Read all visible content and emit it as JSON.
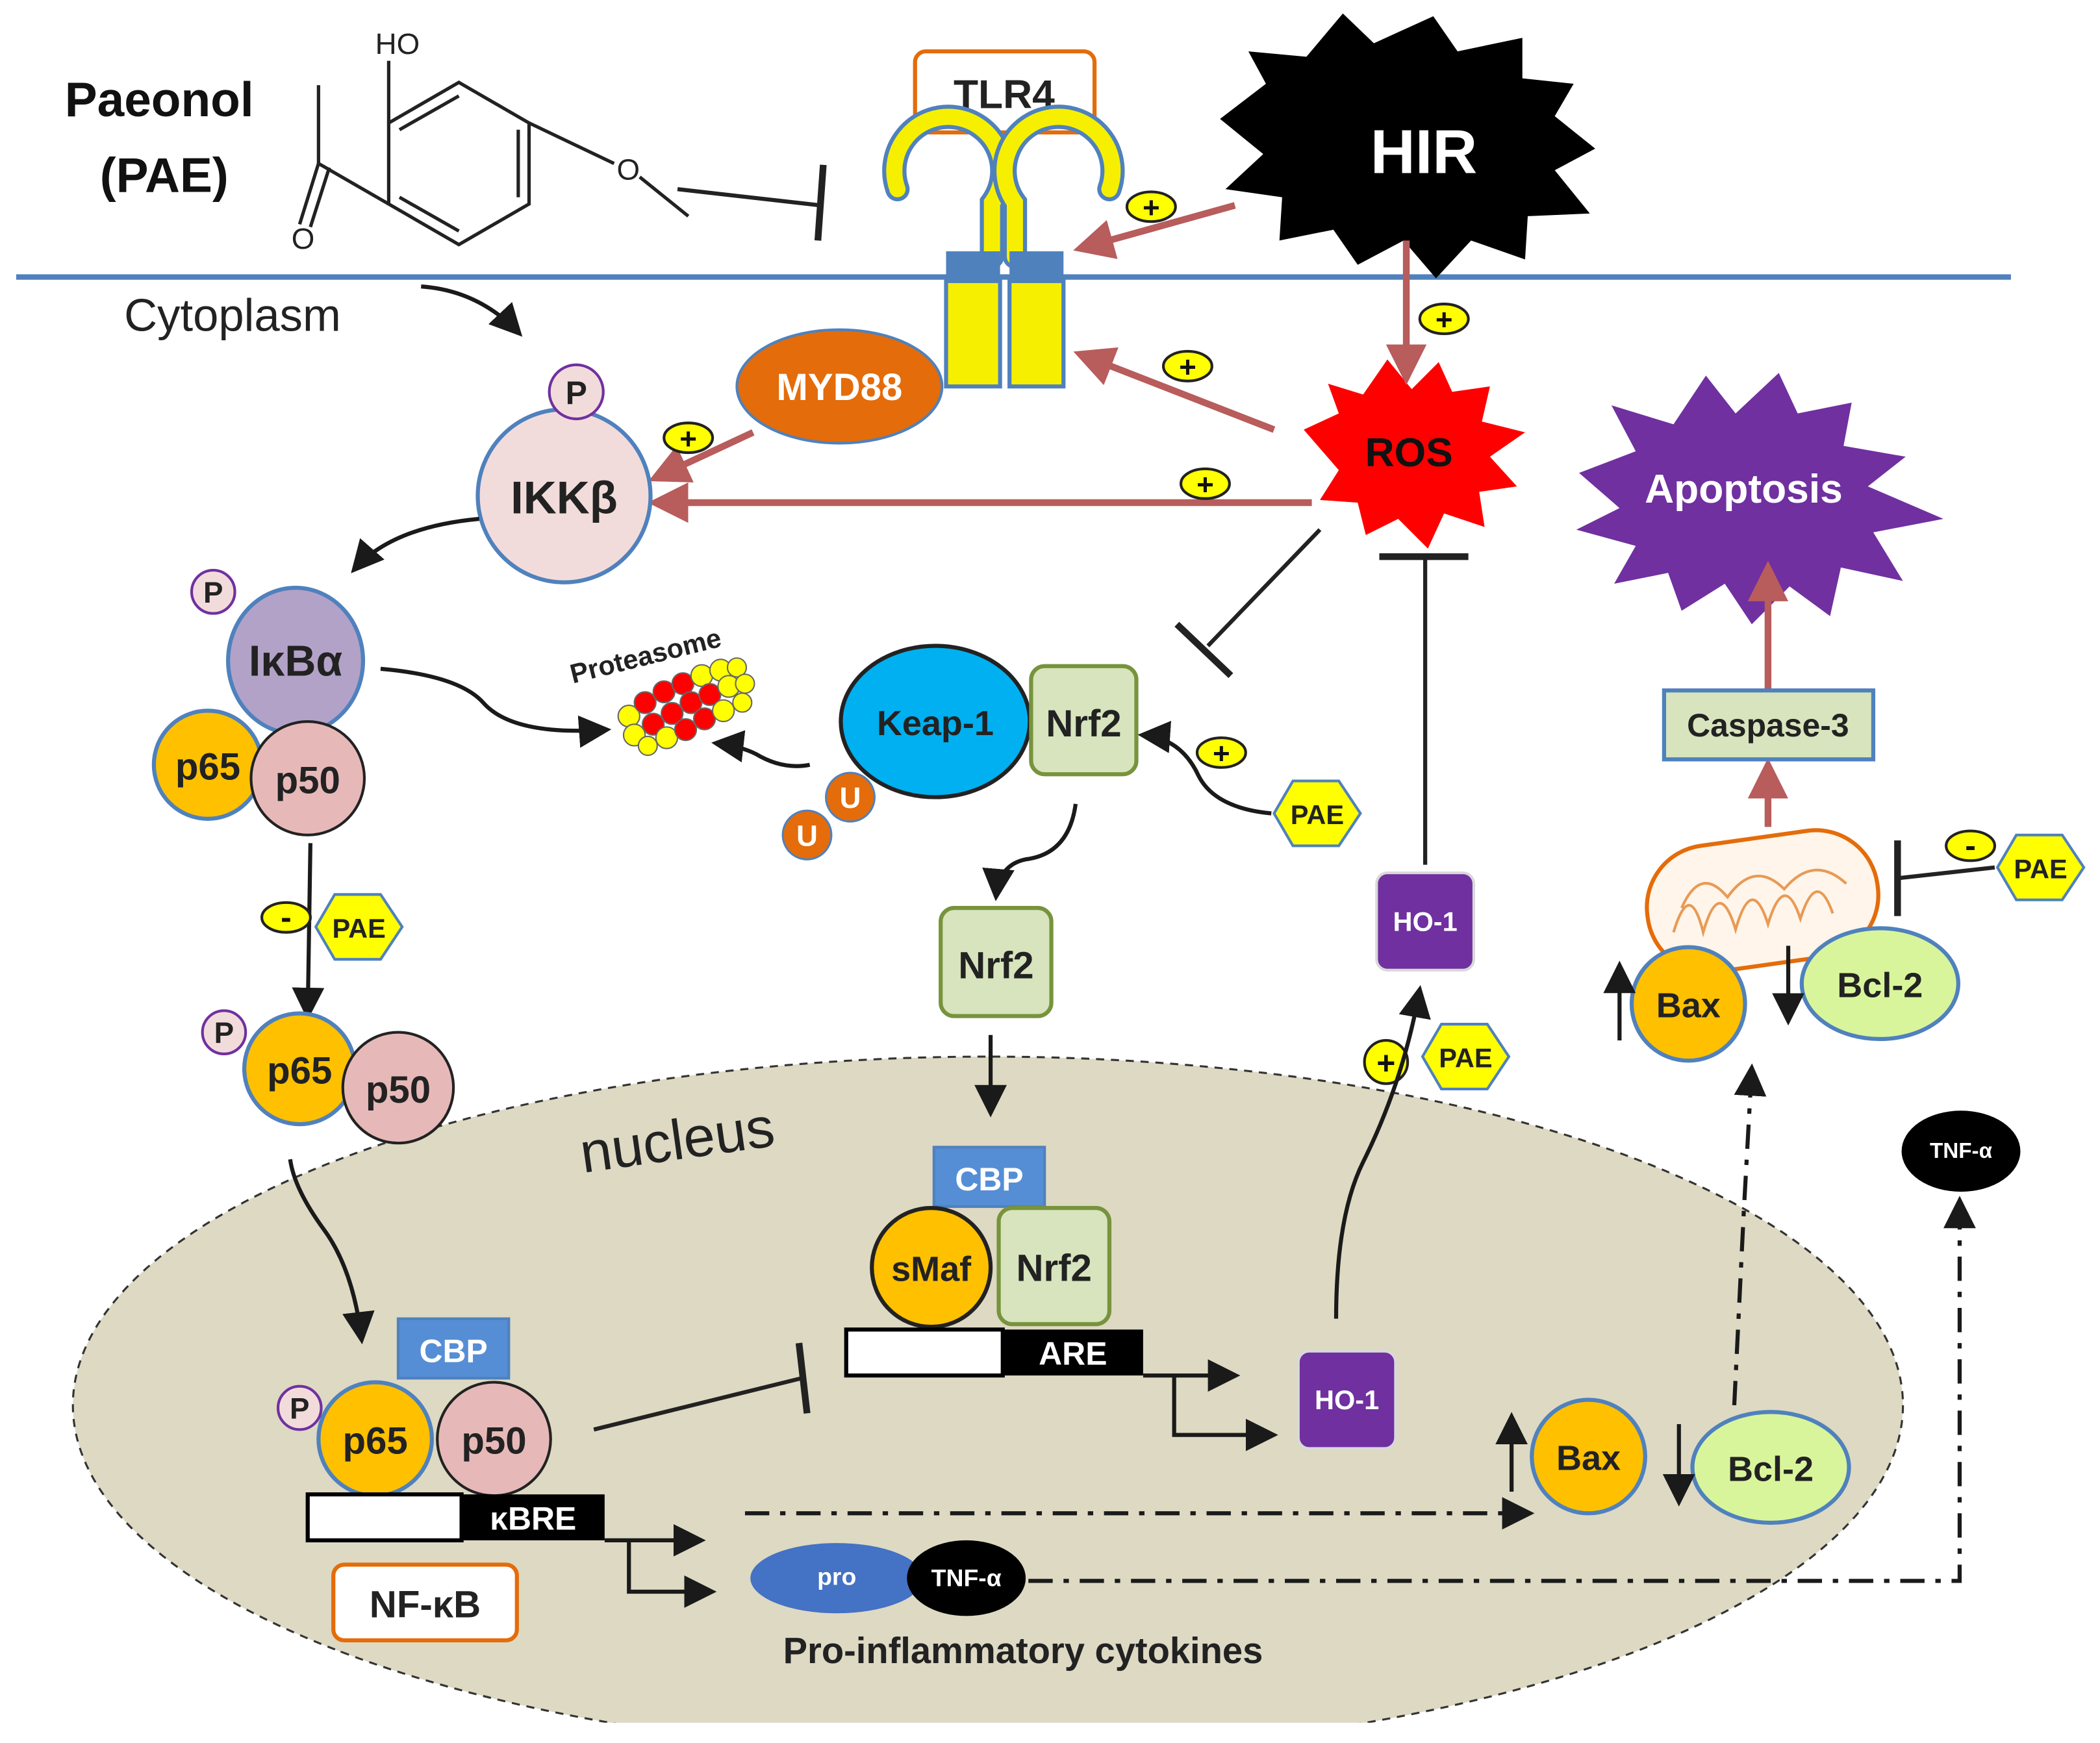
{
  "labels": {
    "paeonol_line1": "Paeonol",
    "paeonol_line2": "(PAE)",
    "ho": "HO",
    "o": "O",
    "tlr4": "TLR4",
    "hir": "HIR",
    "cytoplasm": "Cytoplasm",
    "myd88": "MYD88",
    "ros": "ROS",
    "apoptosis": "Apoptosis",
    "ikkb": "IKKβ",
    "ikba": "IκBα",
    "p": "P",
    "p65": "p65",
    "p50": "p50",
    "proteasome": "Proteasome",
    "keap1": "Keap-1",
    "nrf2": "Nrf2",
    "u": "U",
    "pae": "PAE",
    "ho1": "HO-1",
    "caspase3": "Caspase-3",
    "bax": "Bax",
    "bcl2": "Bcl-2",
    "nucleus": "nucleus",
    "cbp": "CBP",
    "smaf": "sMaf",
    "are": "ARE",
    "kbre": "κBRE",
    "nfkb": "NF-κB",
    "pro": "pro",
    "tnfa": "TNF-α",
    "pro_inflammatory": "Pro-inflammatory cytokines",
    "plus": "+",
    "minus": "-"
  },
  "colors": {
    "red_arrow": "#b85c5c",
    "tlr4_yellow": "#f6f000",
    "tlr4_blue": "#4f81bd",
    "myd88_orange": "#e46c0a",
    "ros_red": "#ff0000",
    "apoptosis_purple": "#7030a0",
    "ho1_purple": "#7030a0",
    "nrf2_green": "#d7e4bd",
    "keap1_blue": "#00b0f0",
    "p65_gold": "#ffc000",
    "p50_pink": "#e6b9b8",
    "ikk_pink": "#f2dcdb",
    "ikba_lavender": "#b3a2c7",
    "pae_yellow": "#ffff00",
    "bcl2_green": "#d9f59b",
    "cbp_blue": "#558ed5",
    "nucleus_fill": "#ddd9c3"
  }
}
